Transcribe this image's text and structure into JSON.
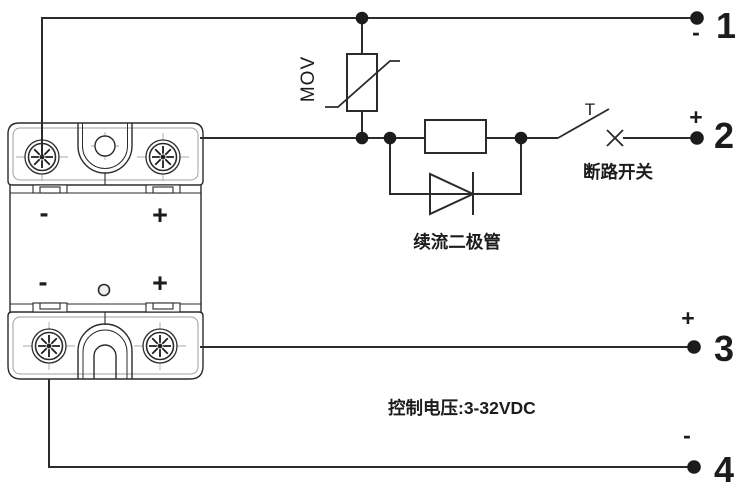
{
  "colors": {
    "background": "#ffffff",
    "line": "#2b2b2b",
    "text": "#1c1c1c"
  },
  "labels": {
    "mov": "MOV",
    "switch_t": "T",
    "breaker_switch": "断路开关",
    "freewheel_diode": "续流二极管",
    "control_voltage": "控制电压:3-32VDC"
  },
  "terminals": [
    {
      "number": "1",
      "polarity": "-"
    },
    {
      "number": "2",
      "polarity": "+"
    },
    {
      "number": "3",
      "polarity": "+"
    },
    {
      "number": "4",
      "polarity": "-"
    }
  ],
  "device": {
    "terminal_marks": {
      "top_left": "-",
      "top_right": "+",
      "bottom_left": "-",
      "bottom_right": "+"
    }
  }
}
